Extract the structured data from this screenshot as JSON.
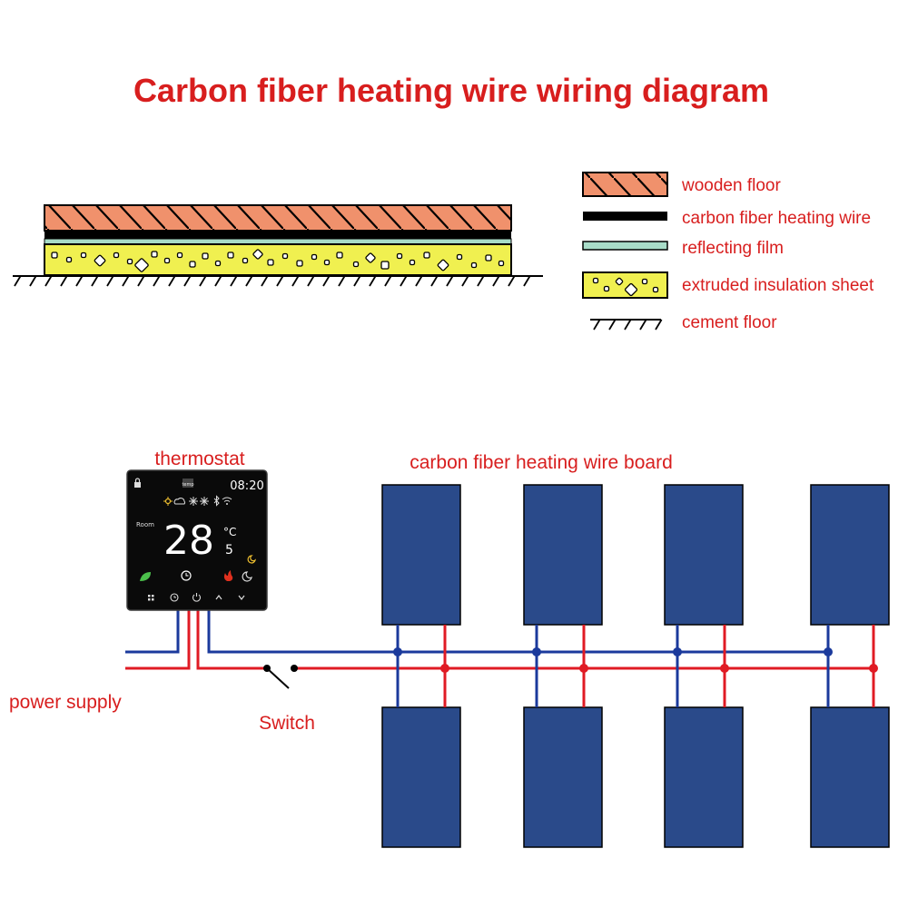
{
  "title": "Carbon fiber heating wire wiring diagram",
  "legend": [
    {
      "key": "wooden",
      "label": "wooden floor"
    },
    {
      "key": "wire",
      "label": "carbon fiber heating wire"
    },
    {
      "key": "film",
      "label": "reflecting film"
    },
    {
      "key": "insulation",
      "label": "extruded insulation sheet"
    },
    {
      "key": "cement",
      "label": "cement floor"
    }
  ],
  "labels": {
    "thermostat": "thermostat",
    "board": "carbon fiber heating wire board",
    "power_supply": "power supply",
    "switch": "Switch"
  },
  "thermostat_display": {
    "clock": "08:20",
    "room": "Room",
    "temp": "28",
    "unit": "°C",
    "decimal": "5",
    "badge": "temp"
  },
  "colors": {
    "title": "#d81e1e",
    "label": "#d81e1e",
    "wood": "#f0916c",
    "wire": "#000000",
    "film": "#a8dcc8",
    "insulation": "#f0f050",
    "panel": "#2a4a8a",
    "blue_wire": "#1b3a9c",
    "red_wire": "#e01b24"
  },
  "icons": [
    "lock-icon",
    "sun-icon",
    "cloud-icon",
    "snowflake-icon",
    "bluetooth-icon",
    "wifi-icon",
    "moon-icon",
    "leaf-icon",
    "clock-icon",
    "flame-icon",
    "grid-icon",
    "power-icon",
    "chevron-up-icon",
    "chevron-down-icon"
  ]
}
